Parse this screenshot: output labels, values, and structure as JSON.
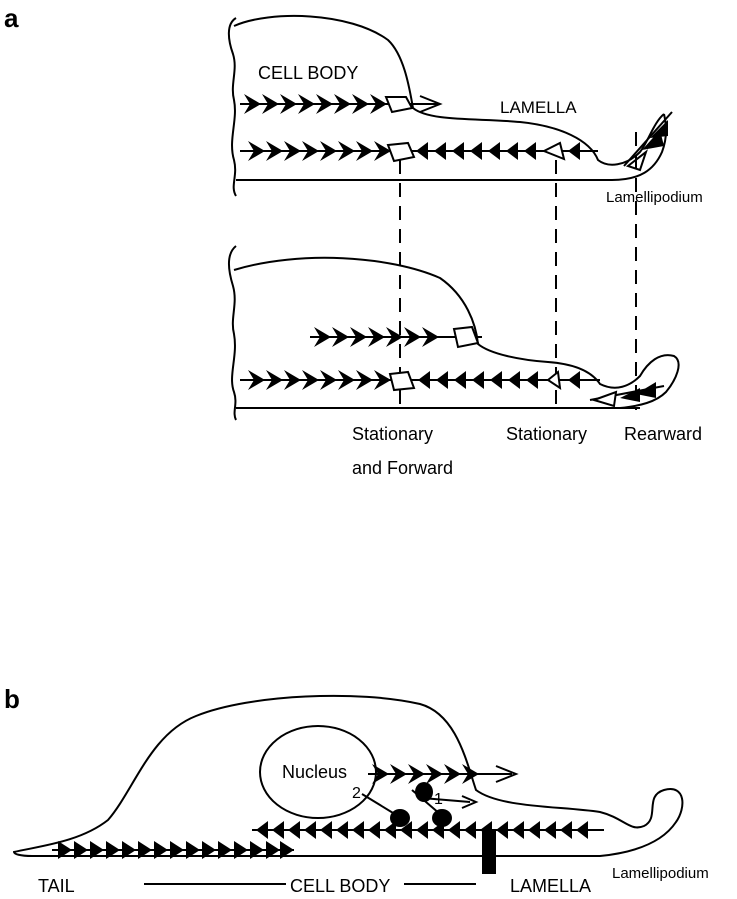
{
  "panel_a": {
    "letter": "a",
    "top": {
      "cell_body": "CELL BODY",
      "lamella": "LAMELLA",
      "lamellipodium": "Lamellipodium"
    },
    "bottom": {
      "col1_line1": "Stationary",
      "col1_line2": "and Forward",
      "col2": "Stationary",
      "col3": "Rearward"
    }
  },
  "panel_b": {
    "letter": "b",
    "nucleus": "Nucleus",
    "num_2": "2",
    "num_1": "1",
    "tail": "TAIL",
    "cell_body": "CELL BODY",
    "lamella": "LAMELLA",
    "lamellipodium": "Lamellipodium"
  }
}
